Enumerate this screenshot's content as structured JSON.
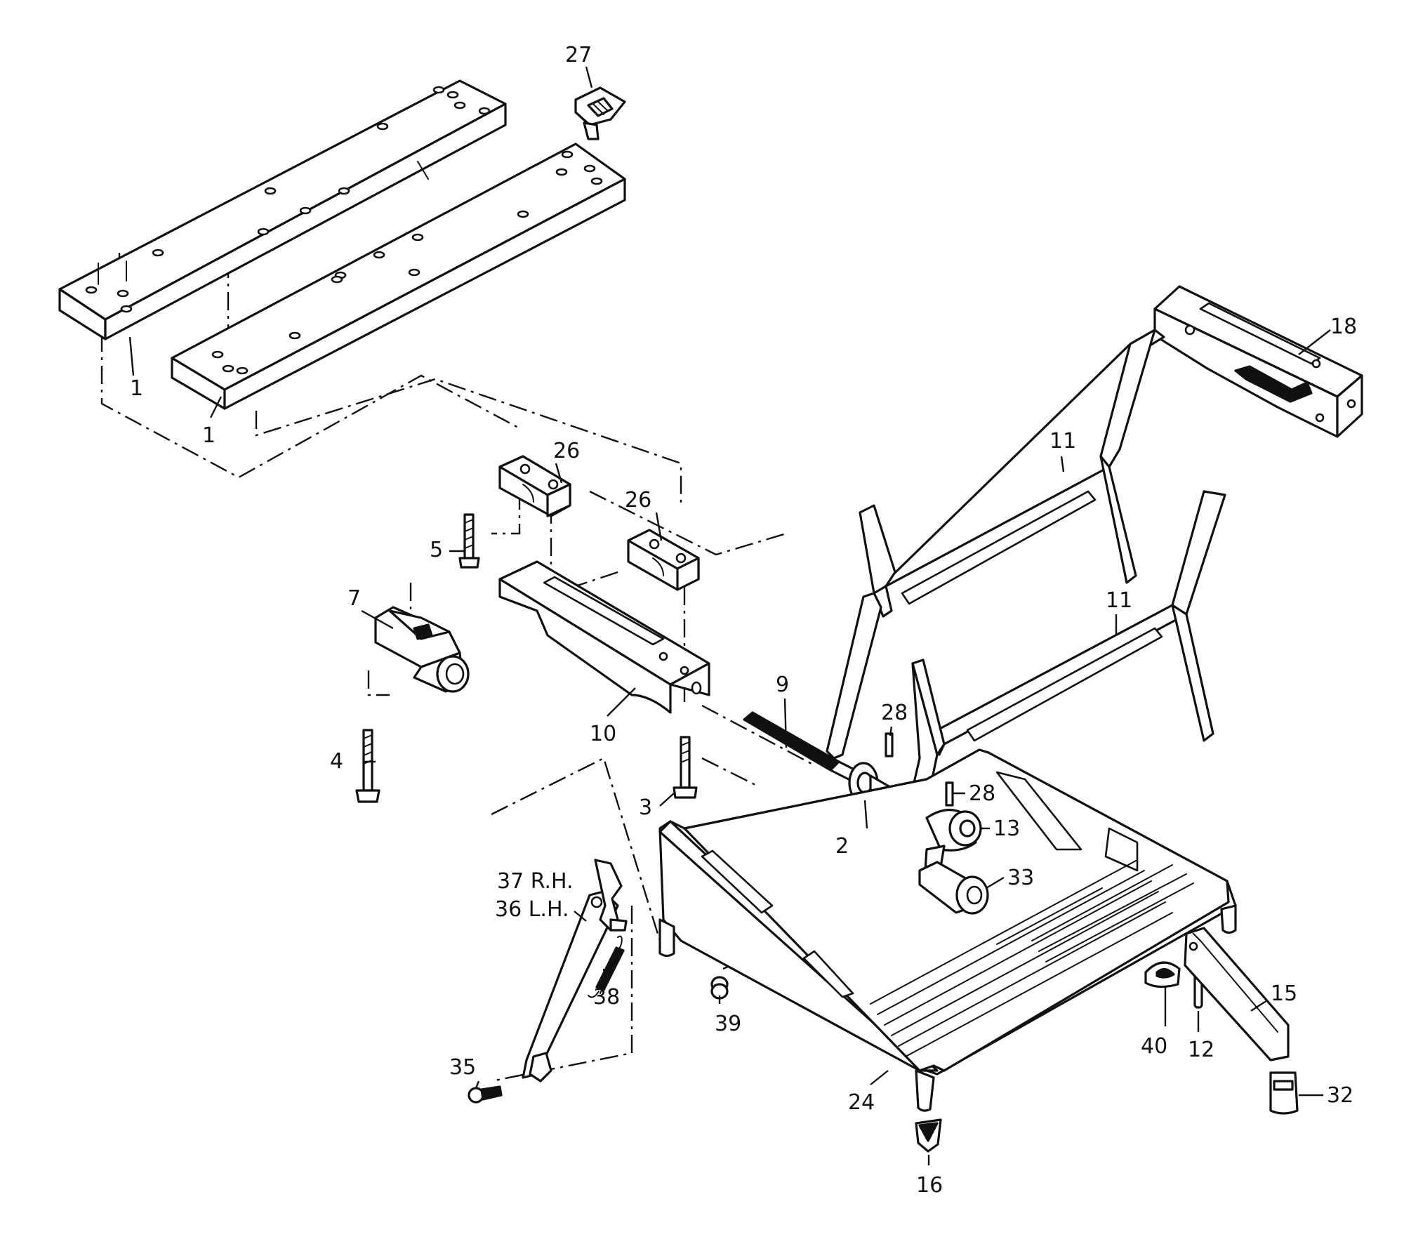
{
  "callouts": {
    "c1a": "1",
    "c1b": "1",
    "c2": "2",
    "c3": "3",
    "c4": "4",
    "c5": "5",
    "c7": "7",
    "c9": "9",
    "c10": "10",
    "c11a": "11",
    "c11b": "11",
    "c12": "12",
    "c13": "13",
    "c15": "15",
    "c16": "16",
    "c18": "18",
    "c24": "24",
    "c26a": "26",
    "c26b": "26",
    "c27": "27",
    "c28a": "28",
    "c28b": "28",
    "c32": "32",
    "c33": "33",
    "c35": "35",
    "c36": "36 L.H.",
    "c37": "37 R.H.",
    "c38": "38",
    "c39": "39",
    "c40": "40"
  },
  "colors": {
    "ink": "#111111",
    "paper": "#ffffff"
  }
}
